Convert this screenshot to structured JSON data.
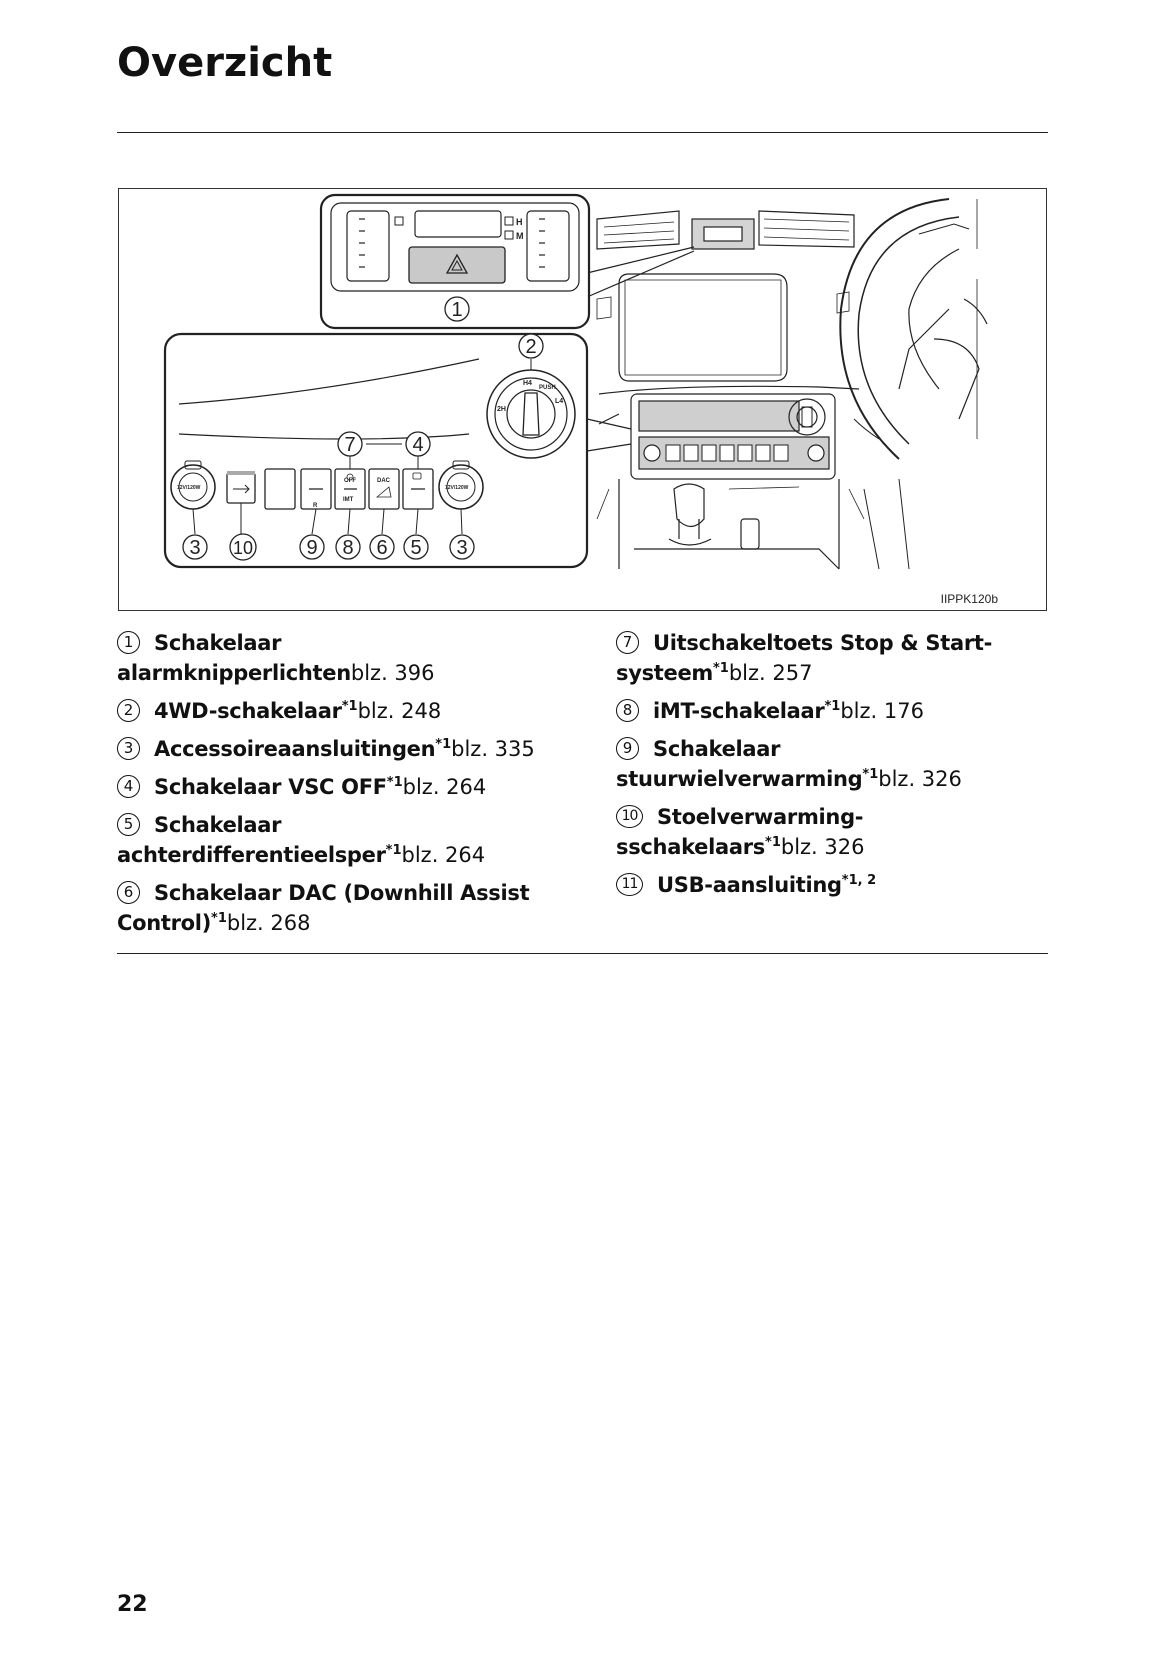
{
  "page": {
    "title": "Overzicht",
    "page_number": "22"
  },
  "figure": {
    "code": "IIPPK120b",
    "callouts": [
      "1",
      "2",
      "3",
      "4",
      "5",
      "6",
      "7",
      "8",
      "9",
      "10",
      "3"
    ],
    "socket_label": "12V/120W",
    "hl": [
      "H",
      "M"
    ],
    "knob_labels": [
      "2H",
      "H4",
      "PUSH",
      "L4"
    ],
    "switch_labels": [
      "DAC",
      "IMT",
      "OFF",
      "R"
    ]
  },
  "items": [
    {
      "num": "1",
      "label": "Schakelaar alarmknipperlichten",
      "sup": "",
      "ref": "blz. 396"
    },
    {
      "num": "2",
      "label": "4WD-schakelaar",
      "sup": "*1",
      "ref": "blz. 248"
    },
    {
      "num": "3",
      "label": "Accessoireaansluitingen",
      "sup": "*1",
      "ref": "blz. 335"
    },
    {
      "num": "4",
      "label": "Schakelaar VSC OFF",
      "sup": "*1",
      "ref": "blz. 264"
    },
    {
      "num": "5",
      "label": "Schakelaar achterdifferentieelsper",
      "sup": "*1",
      "ref": "blz. 264"
    },
    {
      "num": "6",
      "label": "Schakelaar DAC (Downhill Assist Control)",
      "sup": "*1",
      "ref": "blz. 268"
    },
    {
      "num": "7",
      "label": "Uitschakeltoets Stop & Start-systeem",
      "sup": "*1",
      "ref": "blz. 257"
    },
    {
      "num": "8",
      "label": "iMT-schakelaar",
      "sup": "*1",
      "ref": "blz. 176"
    },
    {
      "num": "9",
      "label": "Schakelaar stuurwielverwarming",
      "sup": "*1",
      "ref": "blz. 326"
    },
    {
      "num": "10",
      "label": "Stoelverwarming-sschakelaars",
      "sup": "*1",
      "ref": "blz. 326"
    },
    {
      "num": "11",
      "label": "USB-aansluiting",
      "sup": "*1, 2",
      "ref": ""
    }
  ]
}
